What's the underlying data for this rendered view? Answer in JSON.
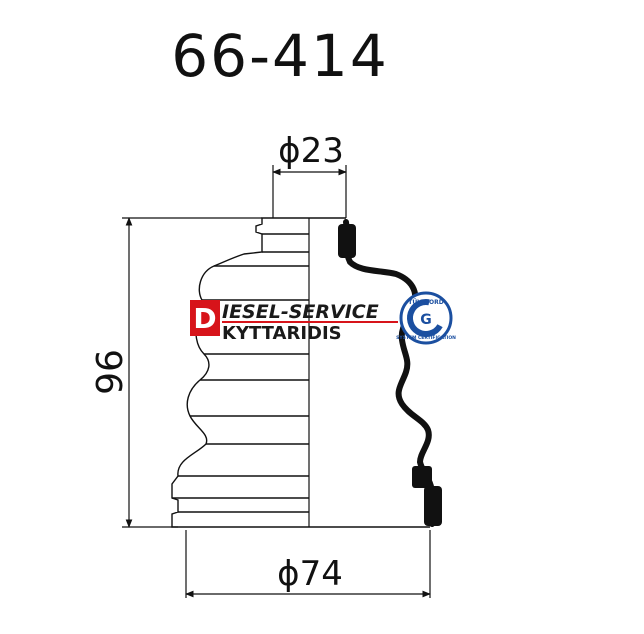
{
  "diagram": {
    "part_number": "66-414",
    "dimensions": {
      "top_diameter": "ϕ23",
      "height": "96",
      "bottom_diameter": "ϕ74"
    }
  },
  "watermark": {
    "logo_letter": "D",
    "line1": "IESEL-SERVICE",
    "line2": "KYTTARIDIS",
    "badge_top": "TÜV NORD",
    "badge_bottom": "SYSTEM CERTIFICATION",
    "badge_mark": "G"
  },
  "colors": {
    "line": "#111111",
    "accent_red": "#d7141a",
    "badge_blue": "#1b4fa0"
  }
}
